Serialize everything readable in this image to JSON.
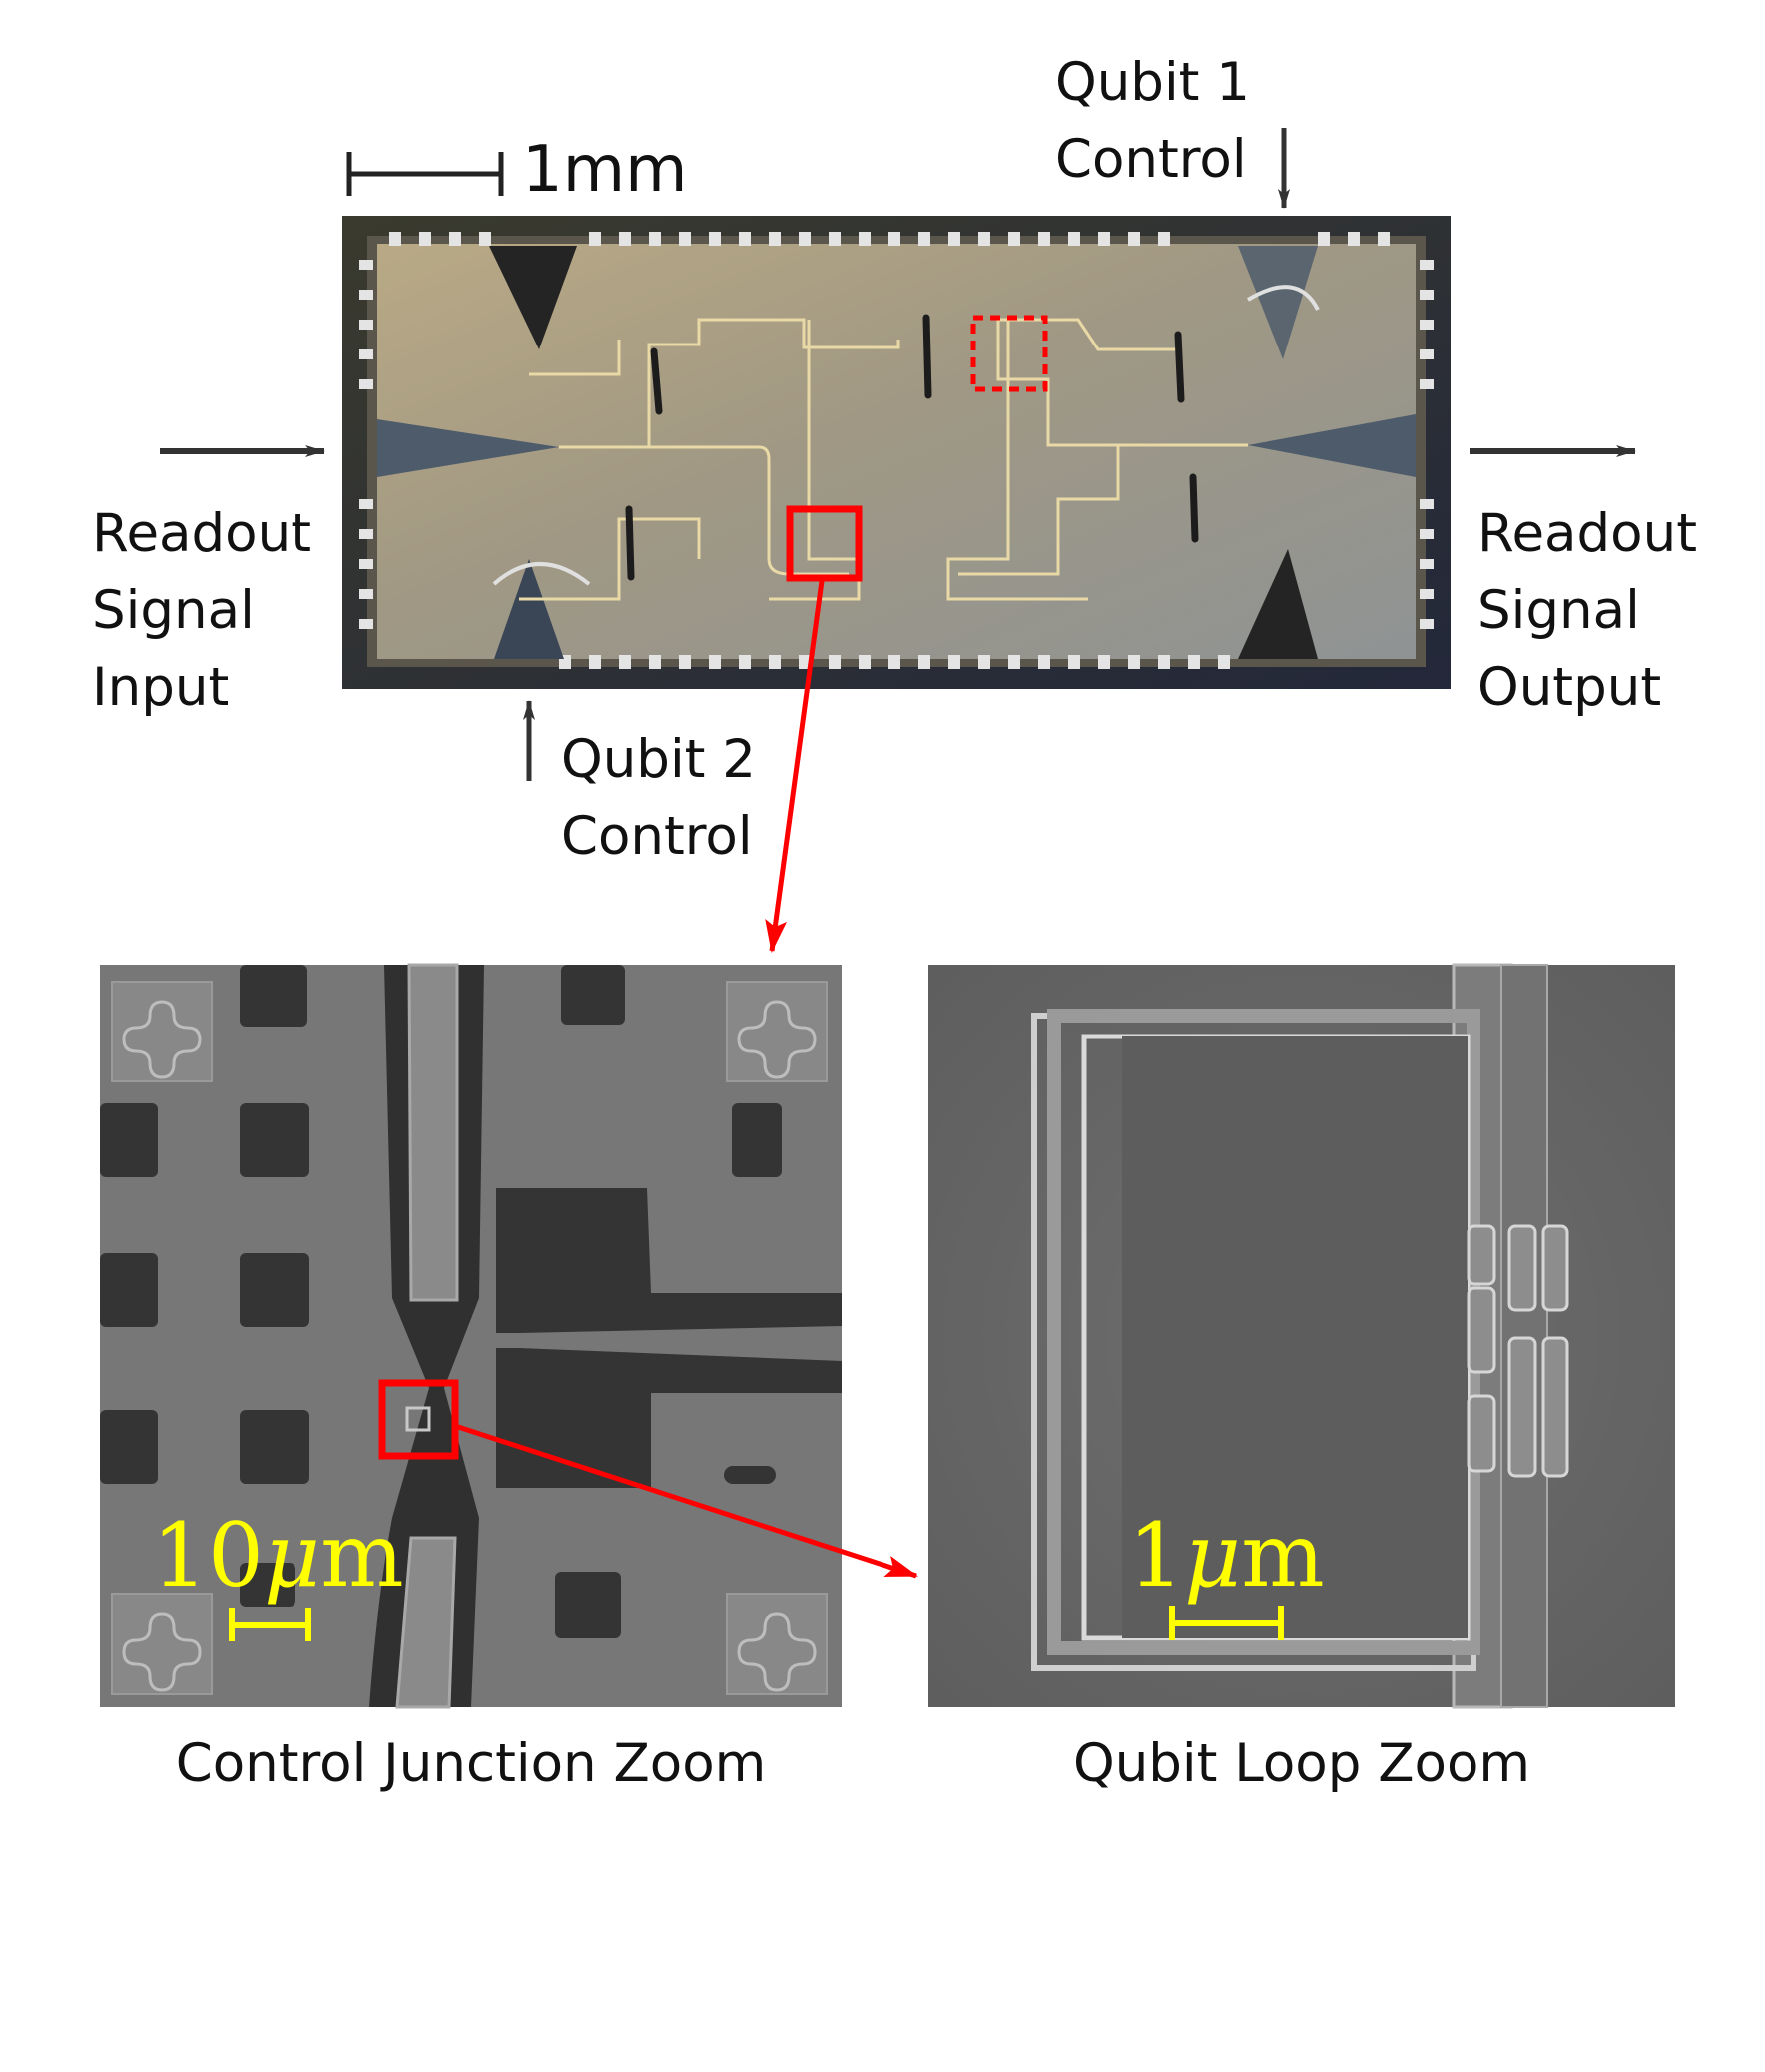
{
  "labels": {
    "scale_top": "1mm",
    "qubit1": "Qubit 1\nControl",
    "qubit2": "Qubit 2\nControl",
    "readout_in": "Readout\nSignal\nInput",
    "readout_out": "Readout\nSignal\nOutput",
    "left_scale_num": "10",
    "left_scale_unit": "m",
    "right_scale_num": "1",
    "right_scale_unit": "m",
    "mu": "μ",
    "caption_left": "Control Junction Zoom",
    "caption_right": "Qubit Loop Zoom"
  },
  "colors": {
    "highlight": "#ff0000",
    "scale_bar": "#ffff00",
    "arrow": "#333333"
  }
}
